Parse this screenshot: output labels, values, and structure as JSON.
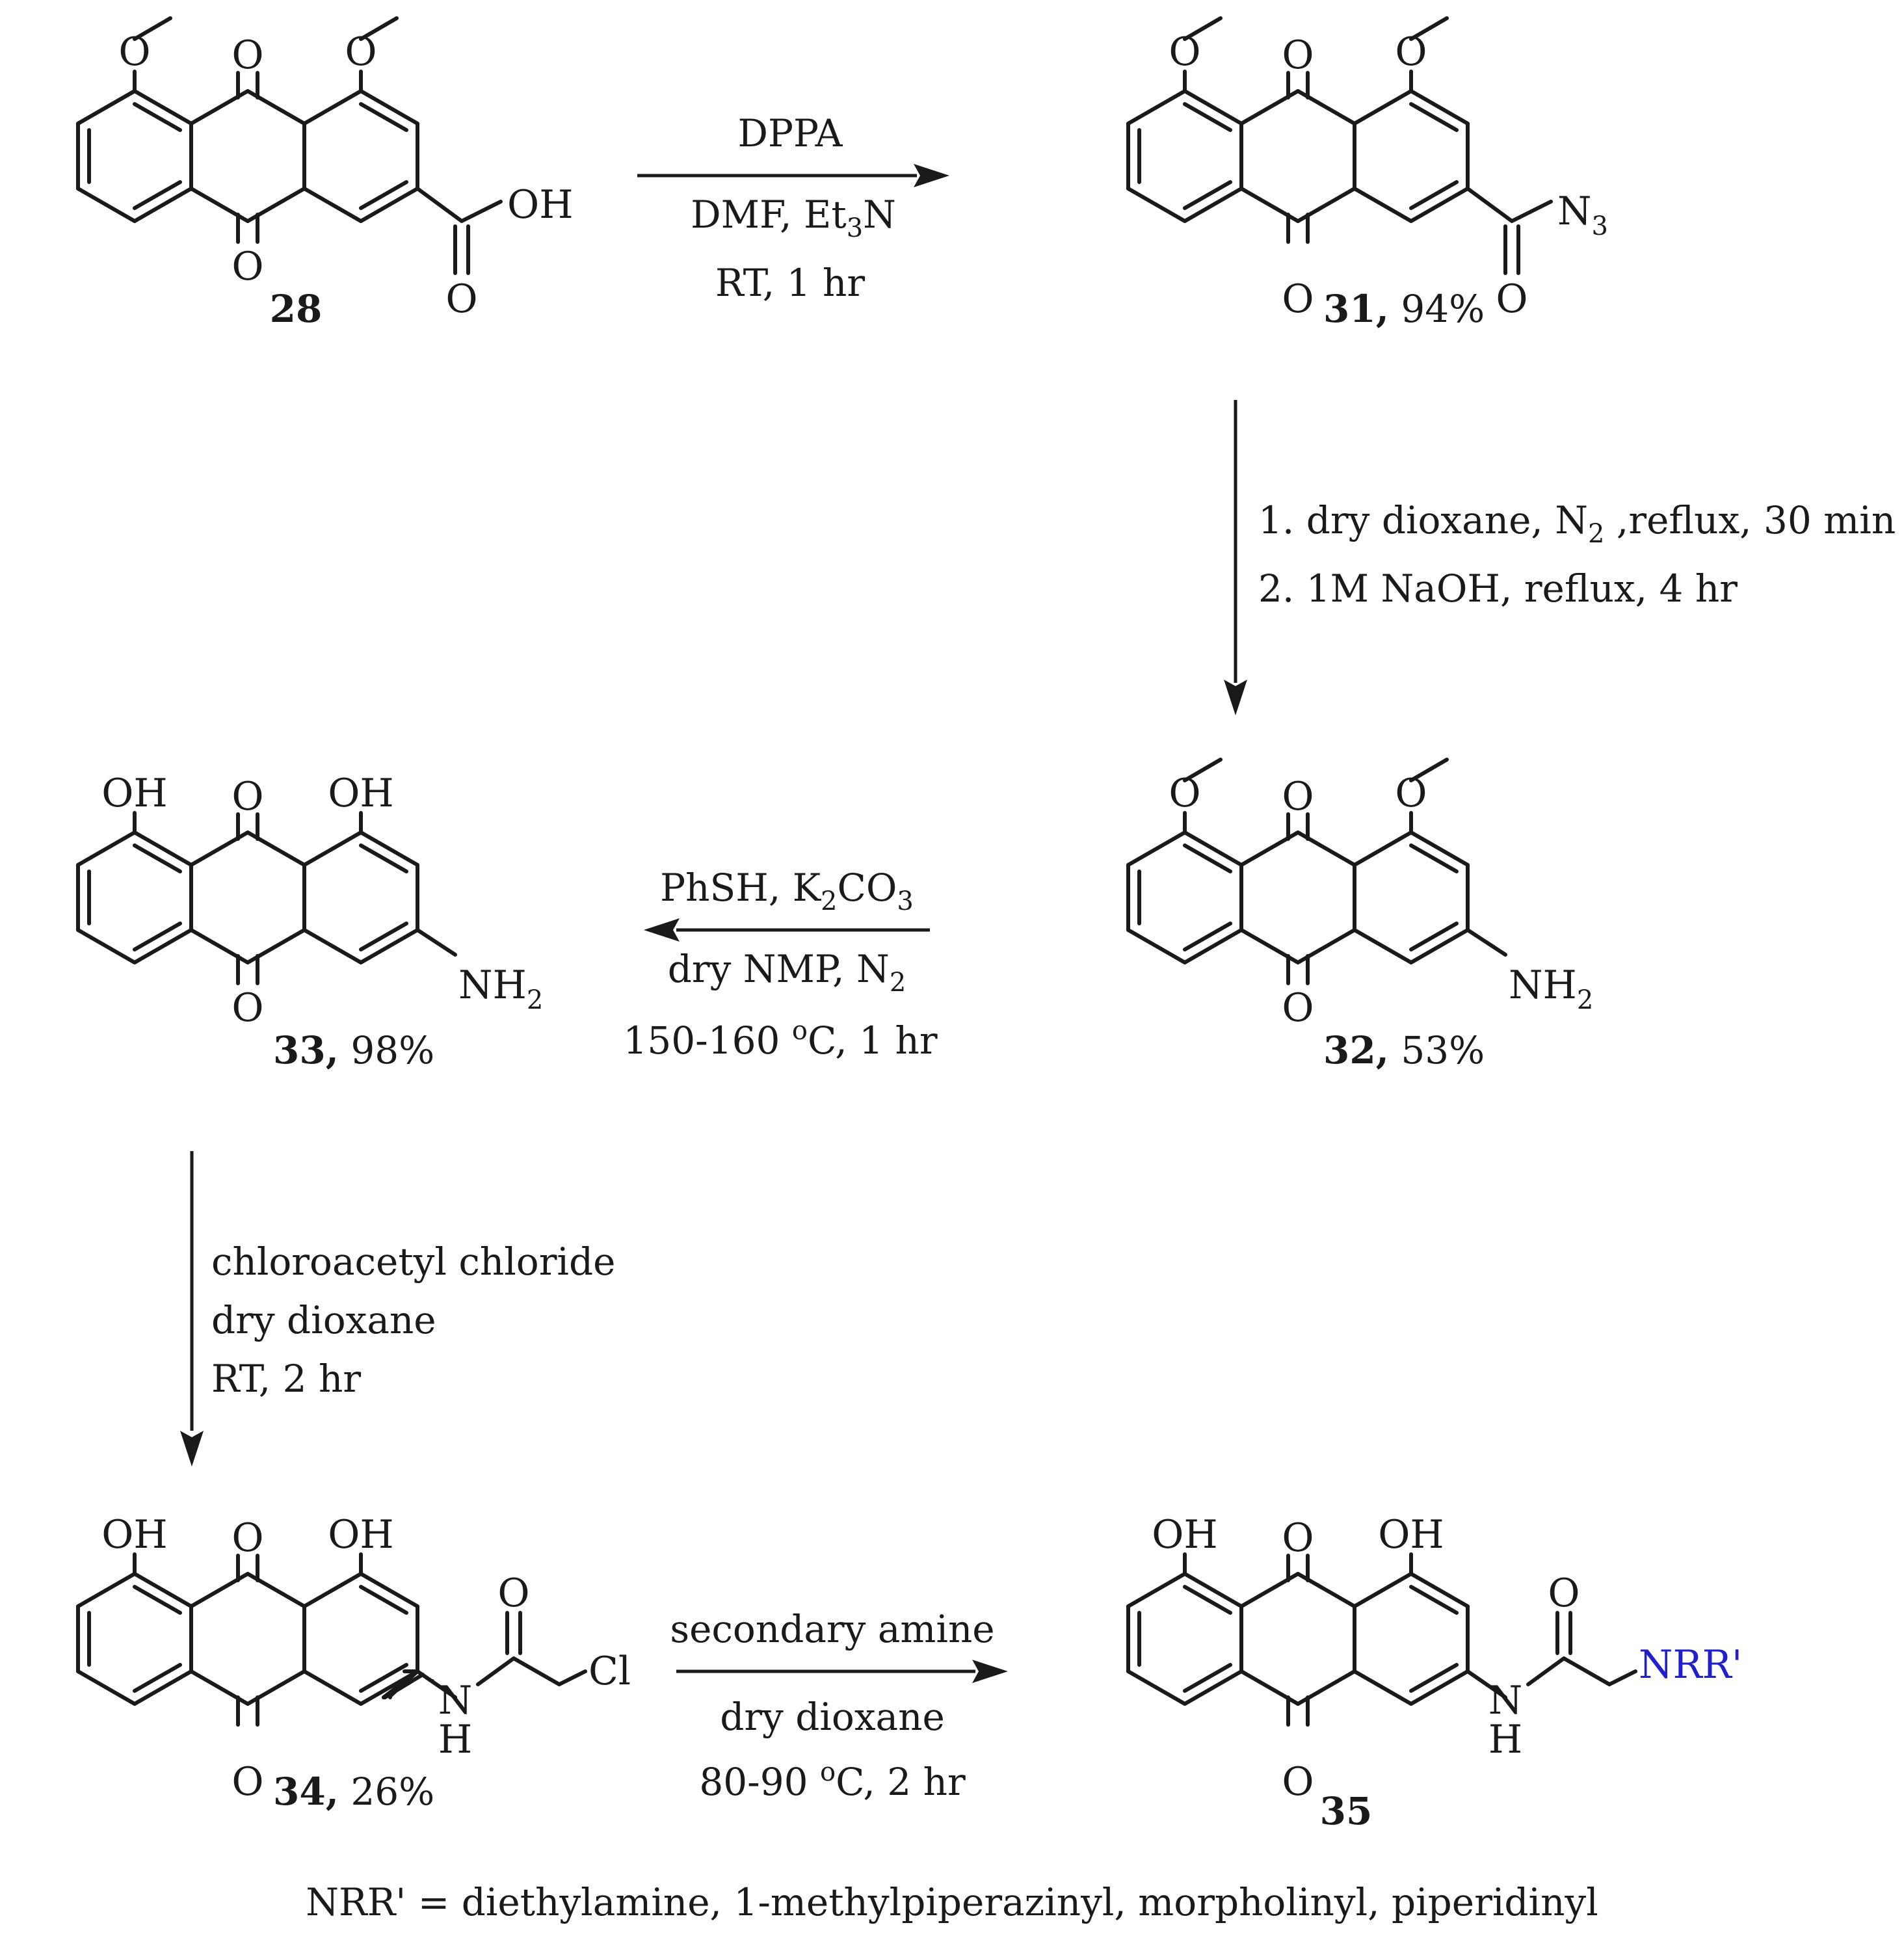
{
  "compounds": {
    "c28": {
      "id": "28",
      "yield": "",
      "substituents": [
        "O",
        "O",
        "O",
        "O",
        "OH",
        "O"
      ]
    },
    "c31": {
      "id": "31,",
      "yield": "94%",
      "substituents": [
        "O",
        "O",
        "O",
        "O",
        "N",
        "3",
        "O"
      ]
    },
    "c32": {
      "id": "32,",
      "yield": "53%",
      "substituents": [
        "O",
        "O",
        "O",
        "O",
        "NH",
        "2"
      ]
    },
    "c33": {
      "id": "33,",
      "yield": "98%",
      "substituents": [
        "OH",
        "O",
        "OH",
        "O",
        "NH",
        "2"
      ]
    },
    "c34": {
      "id": "34,",
      "yield": "26%",
      "substituents": [
        "OH",
        "O",
        "OH",
        "O",
        "O",
        "N",
        "H",
        "Cl"
      ]
    },
    "c35": {
      "id": "35",
      "yield": "",
      "substituents": [
        "OH",
        "O",
        "OH",
        "O",
        "O",
        "N",
        "H",
        "NRR'"
      ]
    }
  },
  "steps": {
    "s1": {
      "line1": "DPPA",
      "line2_a": "DMF, Et",
      "line2_sub": "3",
      "line2_b": "N",
      "line3": "RT, 1 hr"
    },
    "s2": {
      "line1_a": "1. dry dioxane, N",
      "line1_sub": "2",
      "line1_b": " ,reflux, 30 min",
      "line2": "2. 1M NaOH, reflux, 4 hr"
    },
    "s3": {
      "line1_a": "PhSH, K",
      "line1_sub1": "2",
      "line1_b": "CO",
      "line1_sub2": "3",
      "line2_a": "dry NMP, N",
      "line2_sub": "2",
      "line3_a": "150-160 ",
      "line3_sup": "o",
      "line3_b": "C, 1 hr"
    },
    "s4": {
      "line1": "chloroacetyl chloride",
      "line2": "dry dioxane",
      "line3": "RT, 2 hr"
    },
    "s5": {
      "line1": "secondary amine",
      "line2": "dry dioxane",
      "line3_a": "80-90 ",
      "line3_sup": "o",
      "line3_b": "C, 2 hr"
    }
  },
  "footnote": "NRR' = diethylamine, 1-methylpiperazinyl, morpholinyl, piperidinyl",
  "colors": {
    "ink": "#1a1a1a",
    "nrr": "#1f1fd0"
  }
}
